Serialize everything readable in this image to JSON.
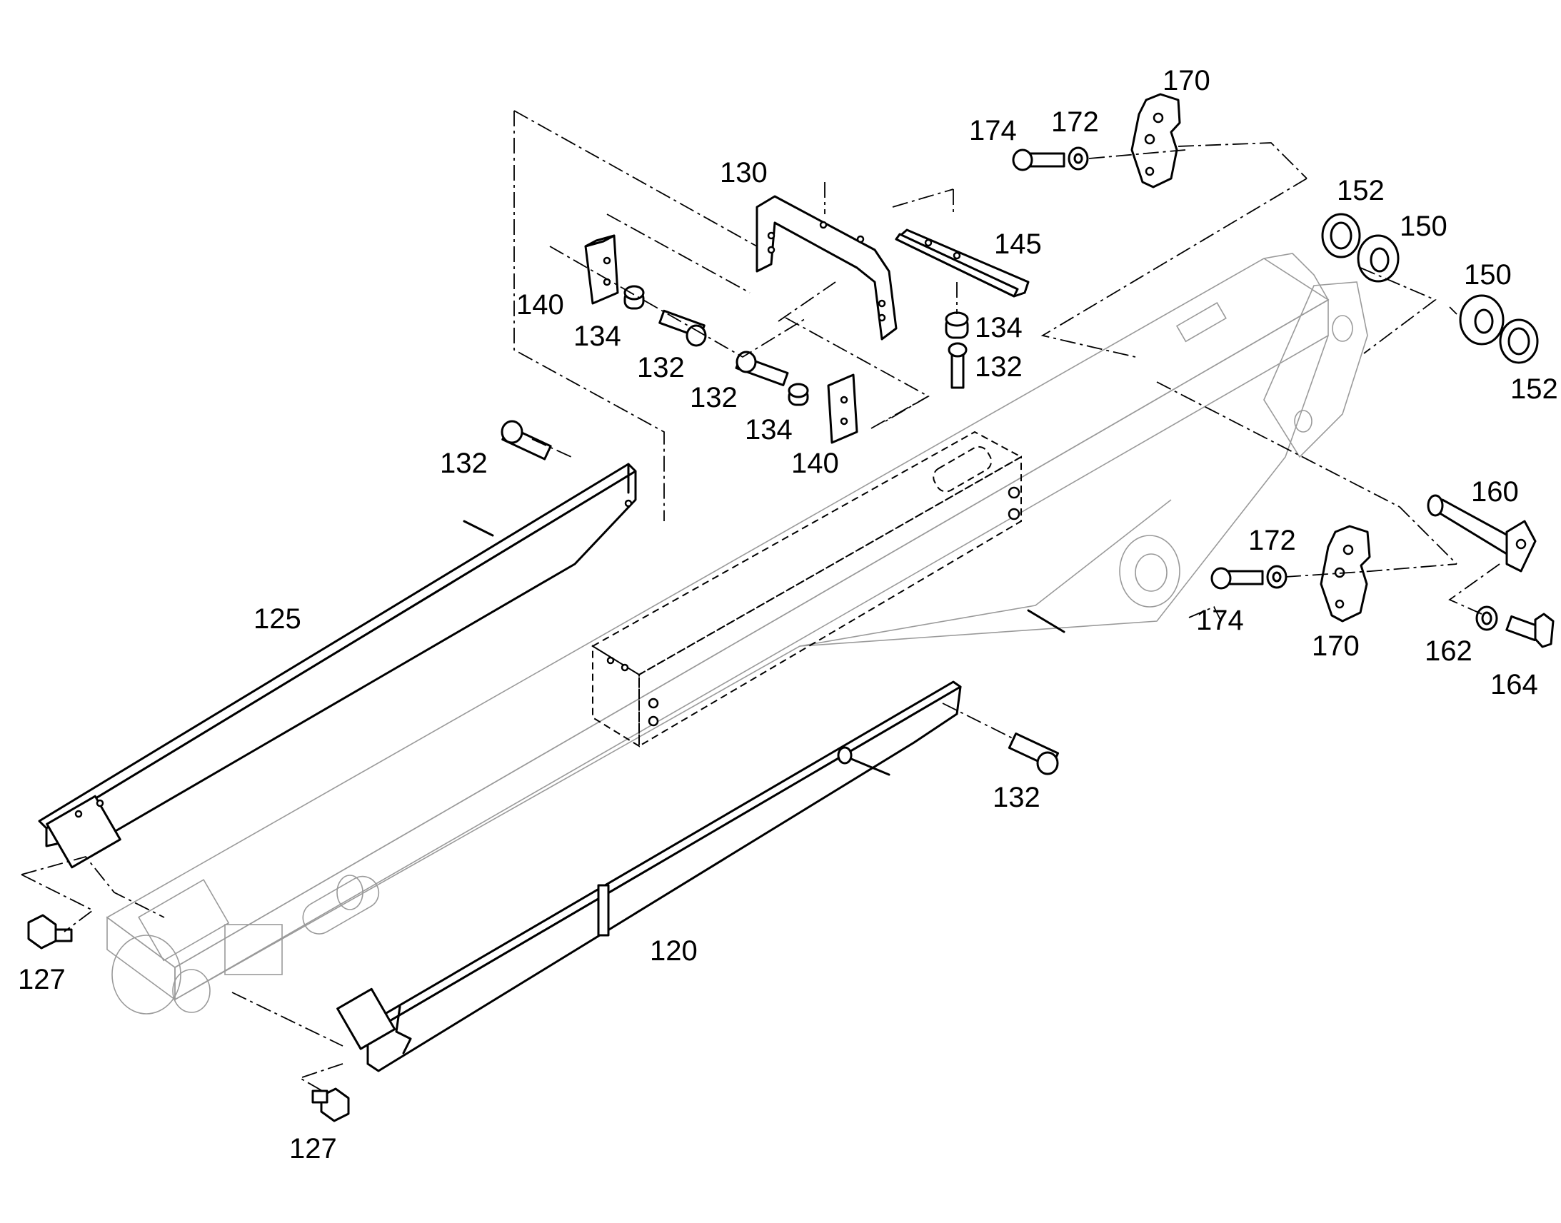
{
  "labels": {
    "p120": "120",
    "p125": "125",
    "p127a": "127",
    "p127b": "127",
    "p130": "130",
    "p132a": "132",
    "p132b": "132",
    "p132c": "132",
    "p132d": "132",
    "p132e": "132",
    "p134a": "134",
    "p134b": "134",
    "p134c": "134",
    "p140a": "140",
    "p140b": "140",
    "p145": "145",
    "p150a": "150",
    "p150b": "150",
    "p152a": "152",
    "p152b": "152",
    "p160": "160",
    "p162": "162",
    "p164": "164",
    "p170a": "170",
    "p170b": "170",
    "p172a": "172",
    "p172b": "172",
    "p174a": "174",
    "p174b": "174"
  }
}
